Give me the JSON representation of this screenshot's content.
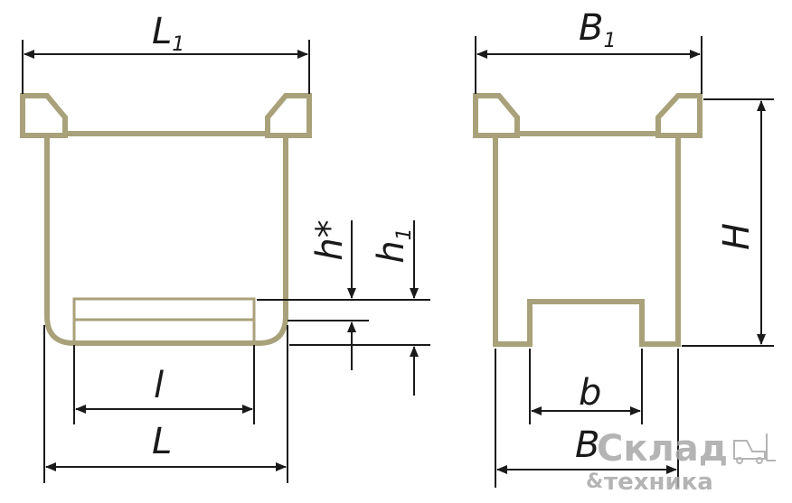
{
  "colors": {
    "outline": "#a9a17a",
    "dimension": "#1a1a1a",
    "watermark": "#a8a8a8"
  },
  "labels": {
    "L1": "L",
    "L1_sub": "1",
    "B1": "B",
    "B1_sub": "1",
    "H": "H",
    "h_star": "h*",
    "h1": "h",
    "h1_sub": "1",
    "l": "l",
    "L": "L",
    "b": "b",
    "B": "B"
  },
  "watermark": {
    "line1": "Склад",
    "line2_amp": "&",
    "line2": "техника",
    "icon": "forklift-icon"
  }
}
